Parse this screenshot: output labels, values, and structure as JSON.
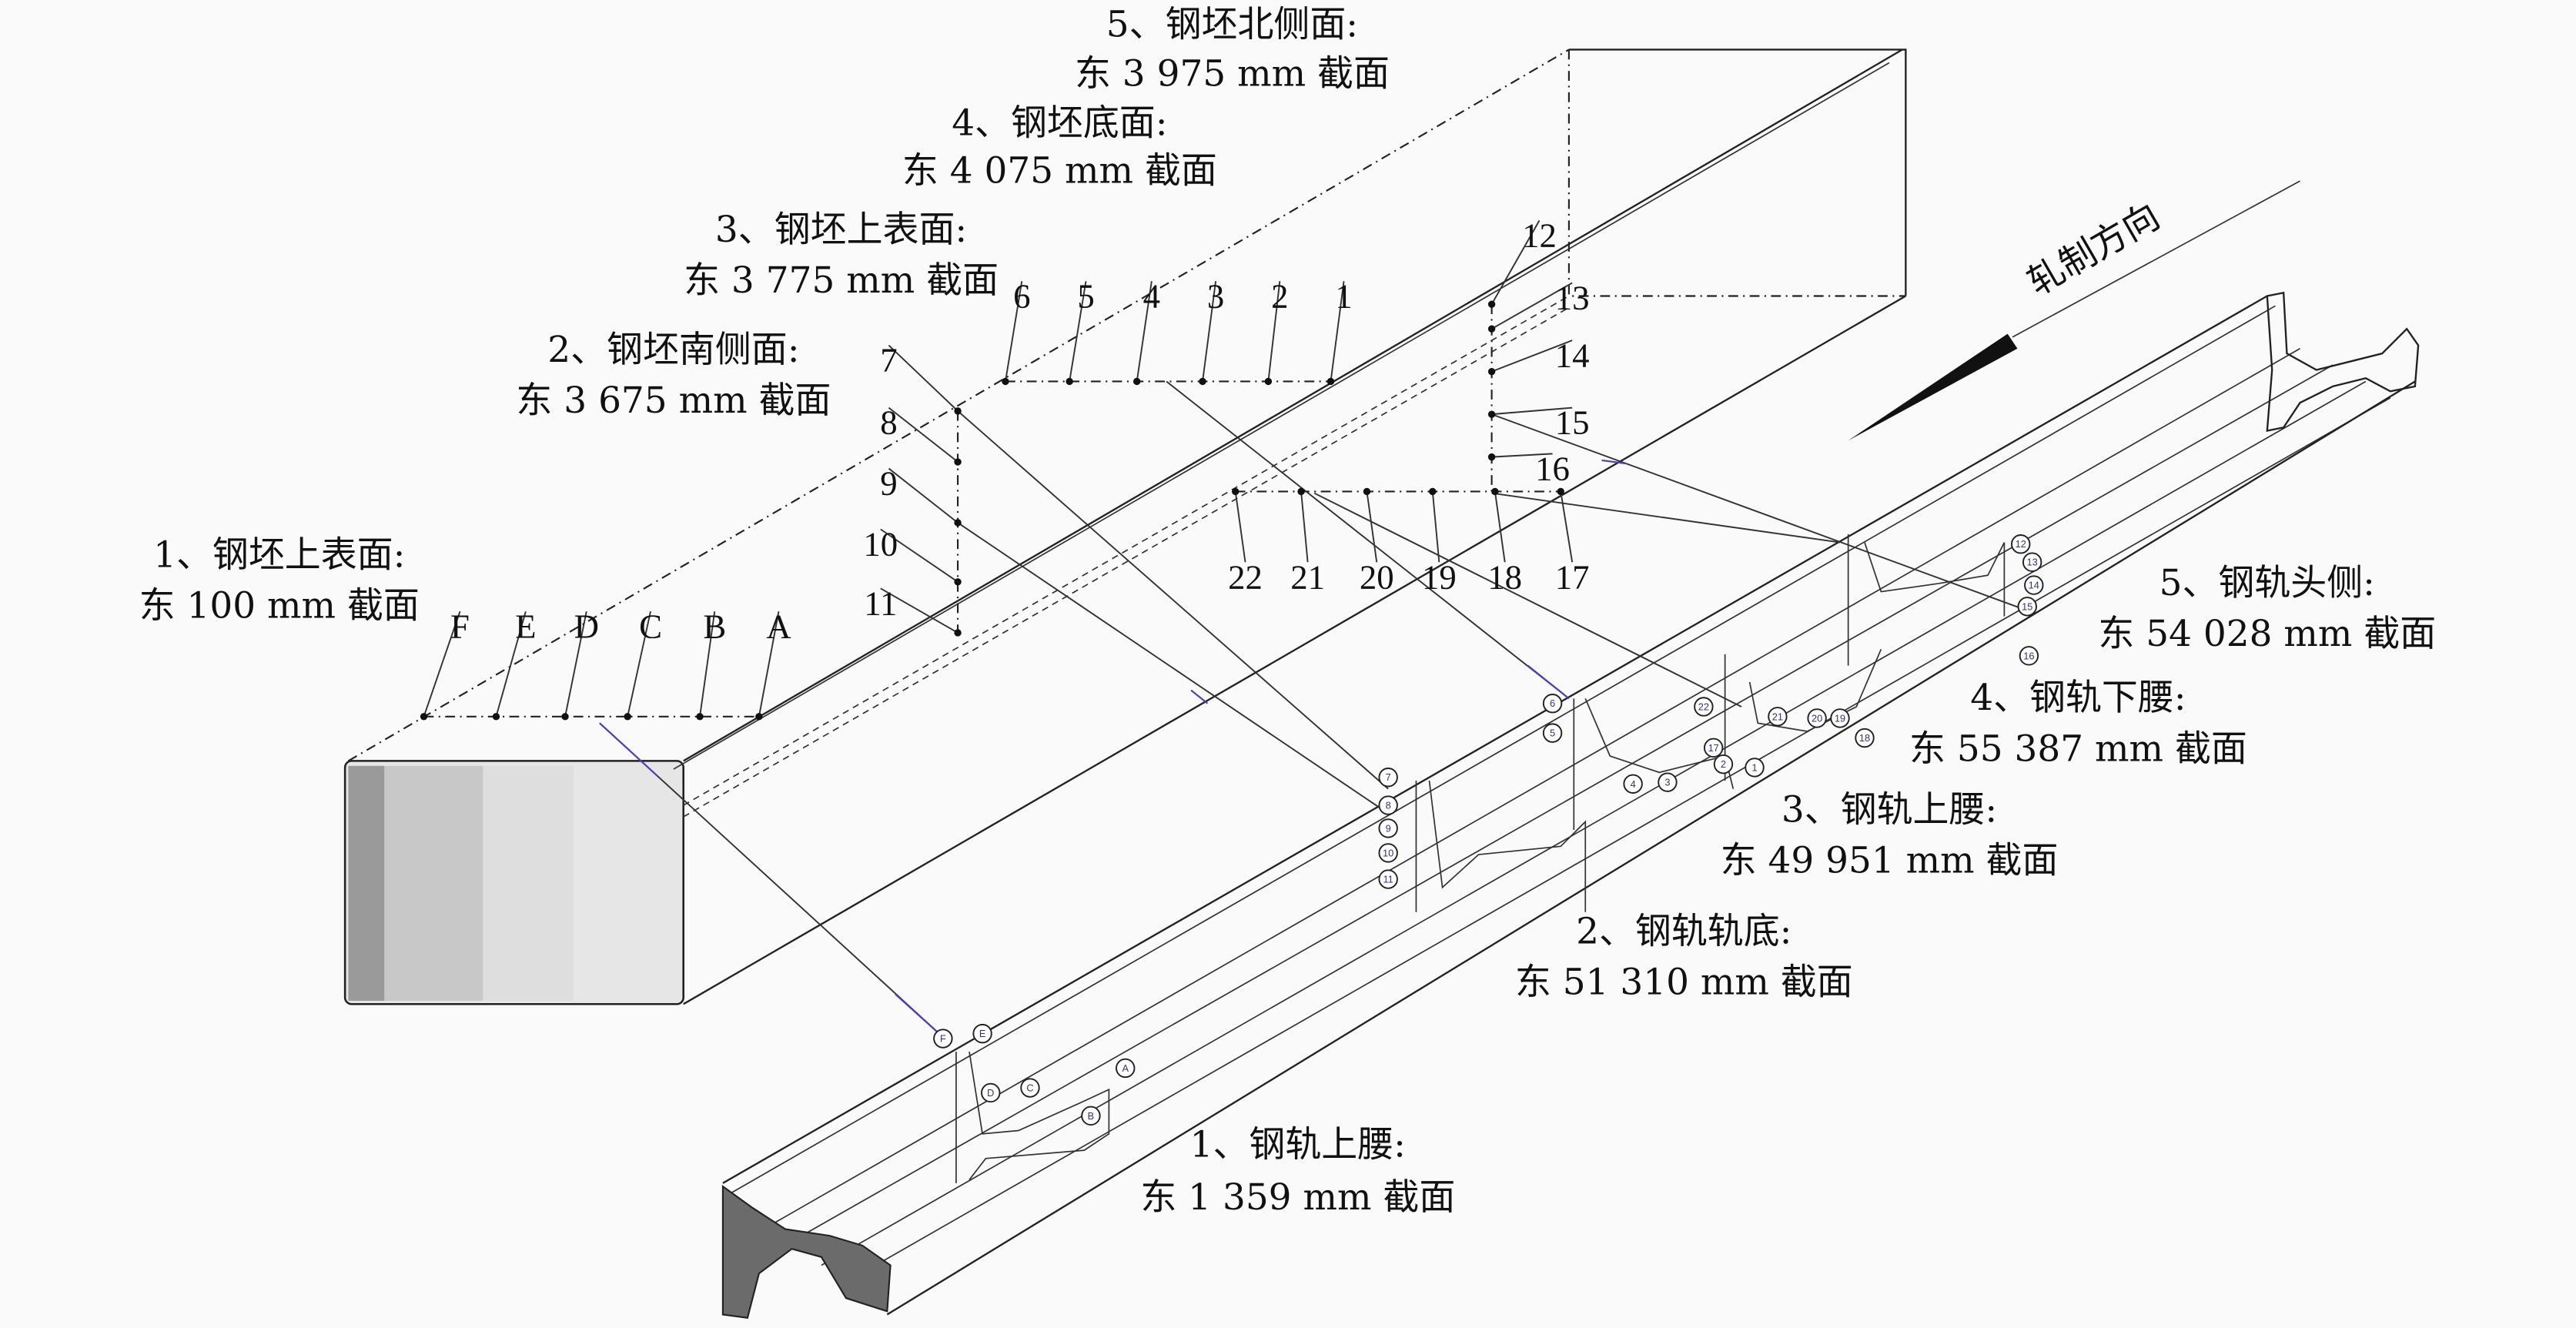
{
  "billet_labels": [
    {
      "title": "1、钢坯上表面:",
      "section": "东 100 mm 截面"
    },
    {
      "title": "2、钢坯南侧面:",
      "section": "东 3 675 mm 截面"
    },
    {
      "title": "3、钢坯上表面:",
      "section": "东 3 775 mm 截面"
    },
    {
      "title": "4、钢坯底面:",
      "section": "东 4 075 mm 截面"
    },
    {
      "title": "5、钢坯北侧面:",
      "section": "东 3 975 mm 截面"
    }
  ],
  "rail_labels": [
    {
      "title": "1、钢轨上腰:",
      "section": "东 1 359 mm 截面"
    },
    {
      "title": "2、钢轨轨底:",
      "section": "东 51 310 mm 截面"
    },
    {
      "title": "3、钢轨上腰:",
      "section": "东 49 951 mm 截面"
    },
    {
      "title": "4、钢轨下腰:",
      "section": "东 55 387 mm 截面"
    },
    {
      "title": "5、钢轨头侧:",
      "section": "东 54 028 mm 截面"
    }
  ],
  "rolling_direction": "轧制方向",
  "letter_points": [
    "F",
    "E",
    "D",
    "C",
    "B",
    "A"
  ],
  "top_points": [
    "6",
    "5",
    "4",
    "3",
    "2",
    "1"
  ],
  "south_points": [
    "7",
    "8",
    "9",
    "10",
    "11"
  ],
  "north_points": [
    "12",
    "13",
    "14",
    "15",
    "16"
  ],
  "bottom_points": [
    "22",
    "21",
    "20",
    "19",
    "18",
    "17"
  ],
  "rail_markers": {
    "section1": [
      "F",
      "E",
      "D",
      "C",
      "B",
      "A"
    ],
    "section2": [
      "7",
      "8",
      "9",
      "10",
      "11"
    ],
    "section3": [
      "6",
      "5",
      "4",
      "3",
      "2",
      "1"
    ],
    "section4": [
      "22",
      "21",
      "20",
      "19",
      "18",
      "17"
    ],
    "section5": [
      "12",
      "13",
      "14",
      "15",
      "16"
    ]
  }
}
